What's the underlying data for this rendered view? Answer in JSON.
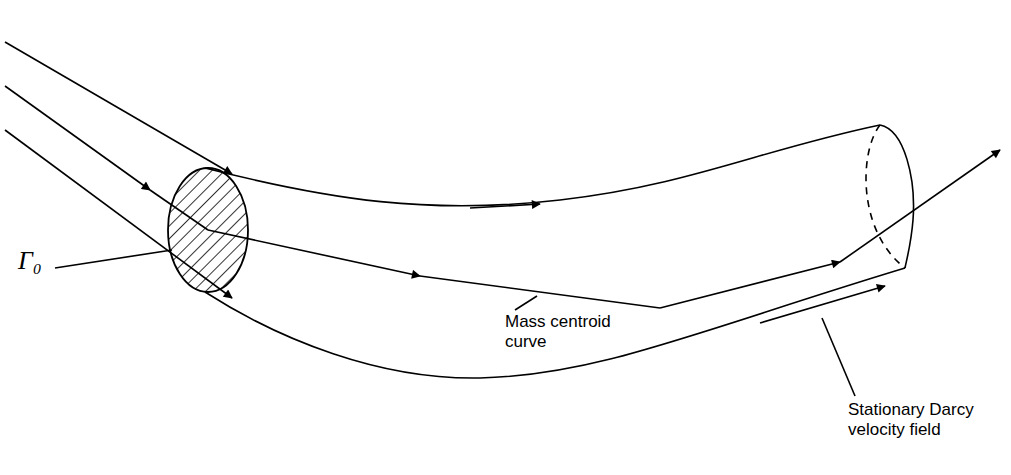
{
  "diagram": {
    "labels": [
      "Γ₀",
      "Mass centroid curve",
      "Stationary Darcy velocity field"
    ]
  }
}
